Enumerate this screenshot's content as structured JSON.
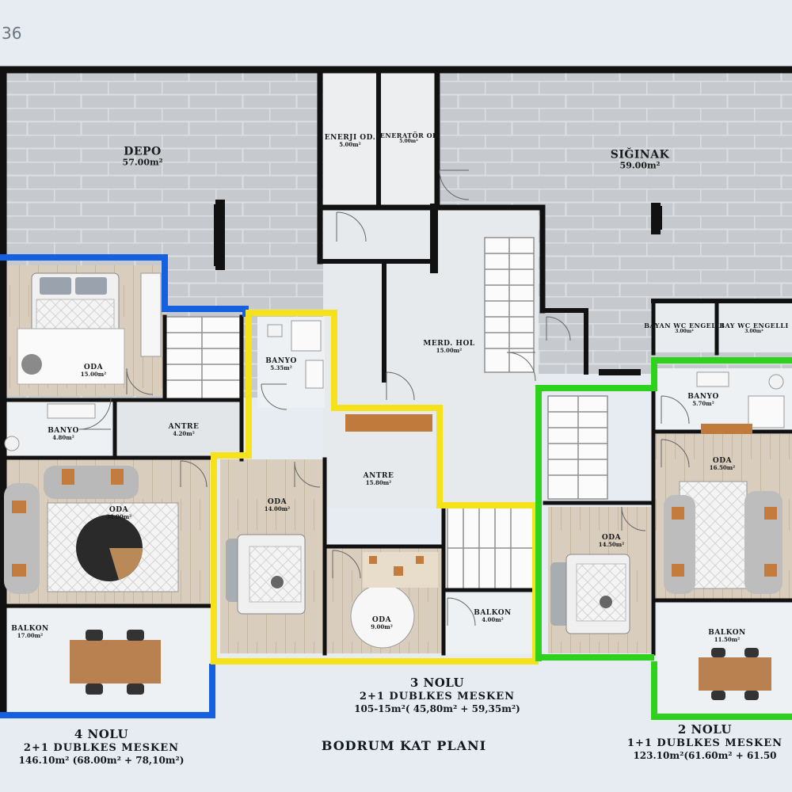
{
  "corner_number": "36",
  "plan_title": "BODRUM KAT PLANI",
  "colors": {
    "unit_4_outline": "#1560e0",
    "unit_3_outline": "#f5e21a",
    "unit_2_outline": "#2ed11c",
    "walls": "#111111",
    "tile_floor": "#c9ccd0",
    "wood_floor": "#d8ccbc"
  },
  "rooms": [
    {
      "name": "DEPO",
      "area": "57.00m²"
    },
    {
      "name": "ENERJI OD.",
      "area": "5.00m²"
    },
    {
      "name": "JENERATÖR OD.",
      "area": "5.00m²"
    },
    {
      "name": "SIĞINAK",
      "area": "59.00m²"
    },
    {
      "name": "MERD. HOL",
      "area": "15.00m²"
    },
    {
      "name": "BAYAN WC ENGELLI",
      "area": "3.00m²"
    },
    {
      "name": "BAY WC ENGELLI",
      "area": "3.00m²"
    },
    {
      "name": "ODA",
      "area": "15.00m²"
    },
    {
      "name": "BANYO",
      "area": "4.80m²"
    },
    {
      "name": "ANTRE",
      "area": "4.20m²"
    },
    {
      "name": "ODA",
      "area": "34.00m²"
    },
    {
      "name": "BALKON",
      "area": "17.00m²"
    },
    {
      "name": "BANYO",
      "area": "5.35m²"
    },
    {
      "name": "ANTRE",
      "area": "15.80m²"
    },
    {
      "name": "ODA",
      "area": "14.00m²"
    },
    {
      "name": "ODA",
      "area": "9.00m²"
    },
    {
      "name": "BALKON",
      "area": "4.00m²"
    },
    {
      "name": "BANYO",
      "area": "5.70m²"
    },
    {
      "name": "ODA",
      "area": "16.50m²"
    },
    {
      "name": "ODA",
      "area": "14.50m²"
    },
    {
      "name": "BALKON",
      "area": "11.50m²"
    }
  ],
  "units": [
    {
      "number": "4 NOLU",
      "type": "2+1 DUBLKES MESKEN",
      "area": "146.10m² (68.00m² + 78,10m²)"
    },
    {
      "number": "3 NOLU",
      "type": "2+1 DUBLKES MESKEN",
      "area": "105-15m²( 45,80m² + 59,35m²)"
    },
    {
      "number": "2 NOLU",
      "type": "1+1 DUBLKES MESKEN",
      "area": "123.10m²(61.60m² + 61.50"
    }
  ]
}
